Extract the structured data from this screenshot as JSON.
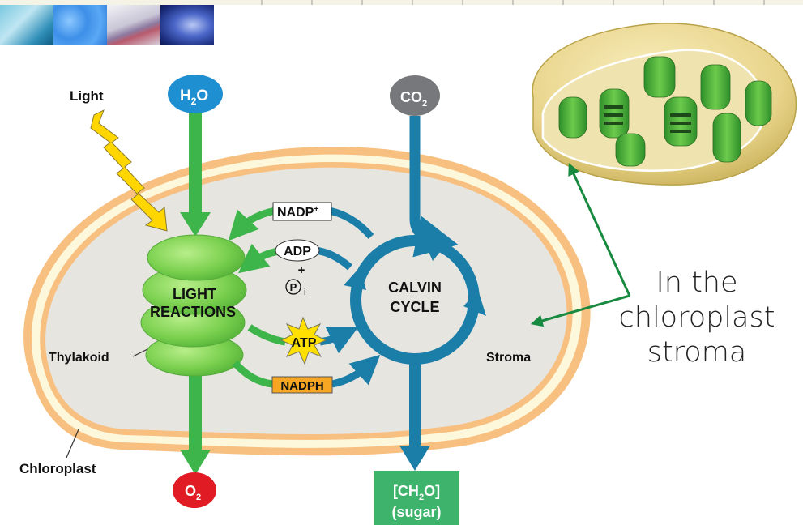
{
  "banner": {
    "tiles": [
      {
        "name": "microscope-image"
      },
      {
        "name": "cells-image"
      },
      {
        "name": "dna-image"
      },
      {
        "name": "bacteria-image"
      }
    ]
  },
  "diagram": {
    "light_label": "Light",
    "h2o": {
      "main": "H",
      "sub": "2",
      "tail": "O"
    },
    "co2": {
      "main": "CO",
      "sub": "2"
    },
    "o2": {
      "main": "O",
      "sub": "2"
    },
    "sugar": {
      "line1_pre": "[CH",
      "line1_sub": "2",
      "line1_post": "O]",
      "line2": "(sugar)"
    },
    "light_reactions": [
      "LIGHT",
      "REACTIONS"
    ],
    "calvin_cycle": [
      "CALVIN",
      "CYCLE"
    ],
    "nadp_plus": "NADP",
    "nadp_plus_sup": "+",
    "adp": "ADP",
    "plus": "+",
    "pi": "P",
    "pi_sub": "i",
    "atp": "ATP",
    "nadph": "NADPH",
    "thylakoid_label": "Thylakoid",
    "chloroplast_label": "Chloroplast",
    "stroma_label": "Stroma",
    "colors": {
      "h2o": "#1e8fd0",
      "co2": "#77787b",
      "o2": "#e01b24",
      "sugar": "#3db36b",
      "green_arrow": "#3db54a",
      "blue_arrow": "#1b7ea8",
      "membrane_outer": "#f8c080",
      "membrane_inner": "#fdf8dc",
      "stroma": "#e6e5e0",
      "atp_star": "#ffe000",
      "nadph_box": "#f6a623"
    }
  },
  "annotation": {
    "lines": [
      "In the",
      "chloroplast",
      "stroma"
    ]
  }
}
